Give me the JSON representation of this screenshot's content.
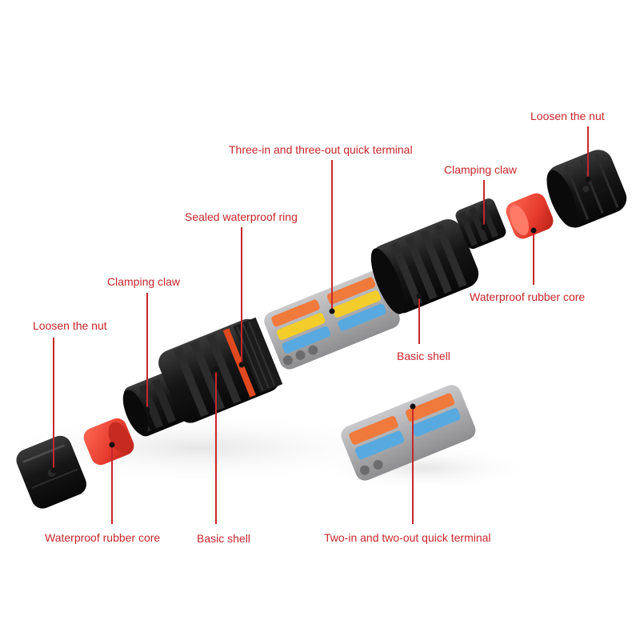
{
  "labels": {
    "loosen_nut_right": "Loosen the nut",
    "three_terminal": "Three-in and three-out quick terminal",
    "clamping_claw_right": "Clamping claw",
    "sealed_ring": "Sealed waterproof ring",
    "clamping_claw_left": "Clamping claw",
    "waterproof_core_right": "Waterproof rubber core",
    "loosen_nut_left": "Loosen the nut",
    "basic_shell_right": "Basic shell",
    "waterproof_core_left": "Waterproof rubber core",
    "basic_shell_left": "Basic shell",
    "two_terminal": "Two-in and two-out quick terminal"
  },
  "colors": {
    "background": "#ffffff",
    "label_text": "#c8262c",
    "leader_line": "#c8262c",
    "black_plastic": "#151515",
    "rubber_core": "#e8372b",
    "seal_ring": "#e0491f",
    "terminal_body": "#a7a7a9",
    "lever_orange": "#f07a3c",
    "lever_yellow": "#f3cd2a",
    "lever_blue": "#58a9df"
  }
}
